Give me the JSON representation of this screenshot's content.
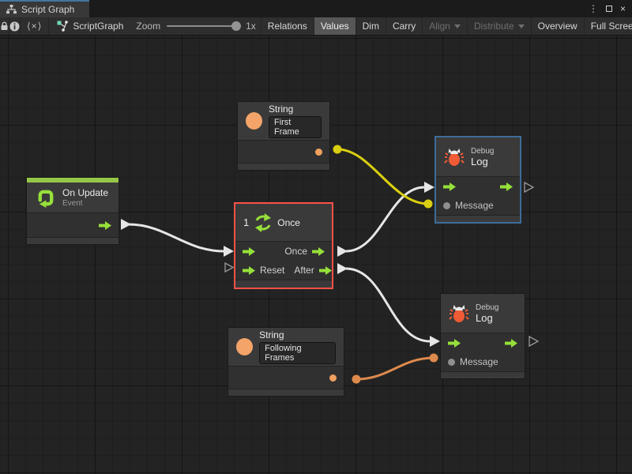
{
  "titlebar": {
    "tab_label": "Script Graph",
    "menu_glyph": "⋮",
    "close_glyph": "×"
  },
  "toolbar": {
    "code_button_glyph": "⟨×⟩",
    "graph_name": "ScriptGraph",
    "zoom_label": "Zoom",
    "zoom_value": "1x",
    "buttons": [
      {
        "label": "Relations",
        "state": "normal"
      },
      {
        "label": "Values",
        "state": "active"
      },
      {
        "label": "Dim",
        "state": "normal"
      },
      {
        "label": "Carry",
        "state": "normal"
      },
      {
        "label": "Align",
        "state": "disabled",
        "dropdown": true
      },
      {
        "label": "Distribute",
        "state": "disabled",
        "dropdown": true
      },
      {
        "label": "Overview",
        "state": "normal"
      },
      {
        "label": "Full Screen",
        "state": "normal"
      }
    ]
  },
  "nodes": {
    "string_first": {
      "title": "String",
      "value": "First Frame"
    },
    "on_update": {
      "title": "On Update",
      "subtitle": "Event"
    },
    "once": {
      "badge": "1",
      "title": "Once",
      "port_once": "Once",
      "port_reset": "Reset",
      "port_after": "After"
    },
    "debug_top": {
      "title_small": "Debug",
      "title": "Log",
      "port_message": "Message"
    },
    "debug_bottom": {
      "title_small": "Debug",
      "title": "Log",
      "port_message": "Message"
    },
    "string_following": {
      "title": "String",
      "value": "Following Frames"
    }
  },
  "colors": {
    "accent_green": "#98e02f",
    "port_orange": "#f0a05e",
    "wire_yellow": "#d9ce11",
    "wire_orange": "#dd8a4d",
    "wire_white": "#e8e8e8",
    "selection_red": "#ff5147",
    "selection_blue": "#3d6c99",
    "bug_orange": "#f05a35",
    "tab_accent_blue": "#44759f",
    "canvas_bg": "#232323"
  }
}
